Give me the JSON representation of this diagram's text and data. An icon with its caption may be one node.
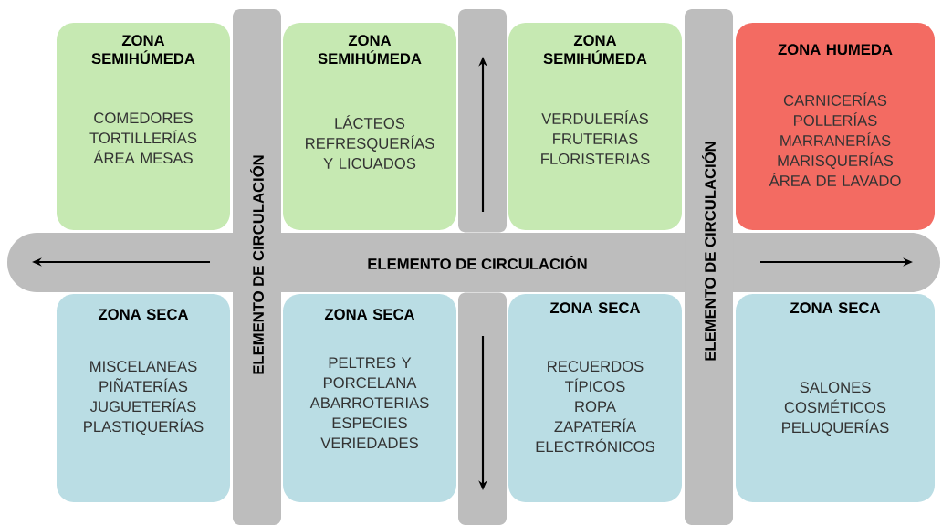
{
  "diagram": {
    "nodes": [
      {
        "text": [
          "ZONA SEMIHÚMEDA",
          "COMEDORES",
          "TORTILLERÍAS",
          "ÁREA MESAS"
        ]
      },
      {
        "text": [
          "ZONA SEMIHÚMEDA",
          "LÁCTEOS",
          "REFRESQUERÍAS Y LICUADOS"
        ]
      },
      {
        "text": [
          "ZONA SEMIHÚMEDA",
          "VERDULERÍAS",
          "FRUTERIAS",
          "FLORISTERIAS"
        ]
      },
      {
        "text": [
          "ZONA HUMEDA",
          "CARNICERÍAS",
          "POLLERÍAS",
          "MARRANERÍAS",
          "MARISQUERÍAS",
          "ÁREA DE LAVADO"
        ]
      },
      {
        "text": [
          "ELEMENTO DE CIRCULACIÓN"
        ]
      },
      {
        "text": [],
        "shape": "bar"
      },
      {
        "text": [
          "ELEMENTO DE CIRCULACIÓN"
        ]
      },
      {
        "text": [
          "ELEMENTO DE CIRCULACIÓN"
        ]
      },
      {
        "text": [
          "ZONA SECA",
          "MISCELANEAS",
          "PIÑATERÍAS",
          "JUGUETERÍAS",
          "PLASTIQUERÍAS"
        ]
      },
      {
        "text": [
          "ZONA SECA",
          "PELTRES Y PORCELANA",
          "ABARROTERIAS",
          "ESPECIES",
          "VERIEDADES"
        ]
      },
      {
        "text": [
          "ZONA SECA",
          "RECUERDOS TÍPICOS",
          "ROPA",
          "ZAPATERÍA",
          "ELECTRÓNICOS"
        ]
      },
      {
        "text": [
          "ZONA SECA",
          "SALONES",
          "COSMÉTICOS",
          "PELUQUERÍAS"
        ]
      },
      {
        "text": [],
        "shape": "bar"
      }
    ]
  }
}
